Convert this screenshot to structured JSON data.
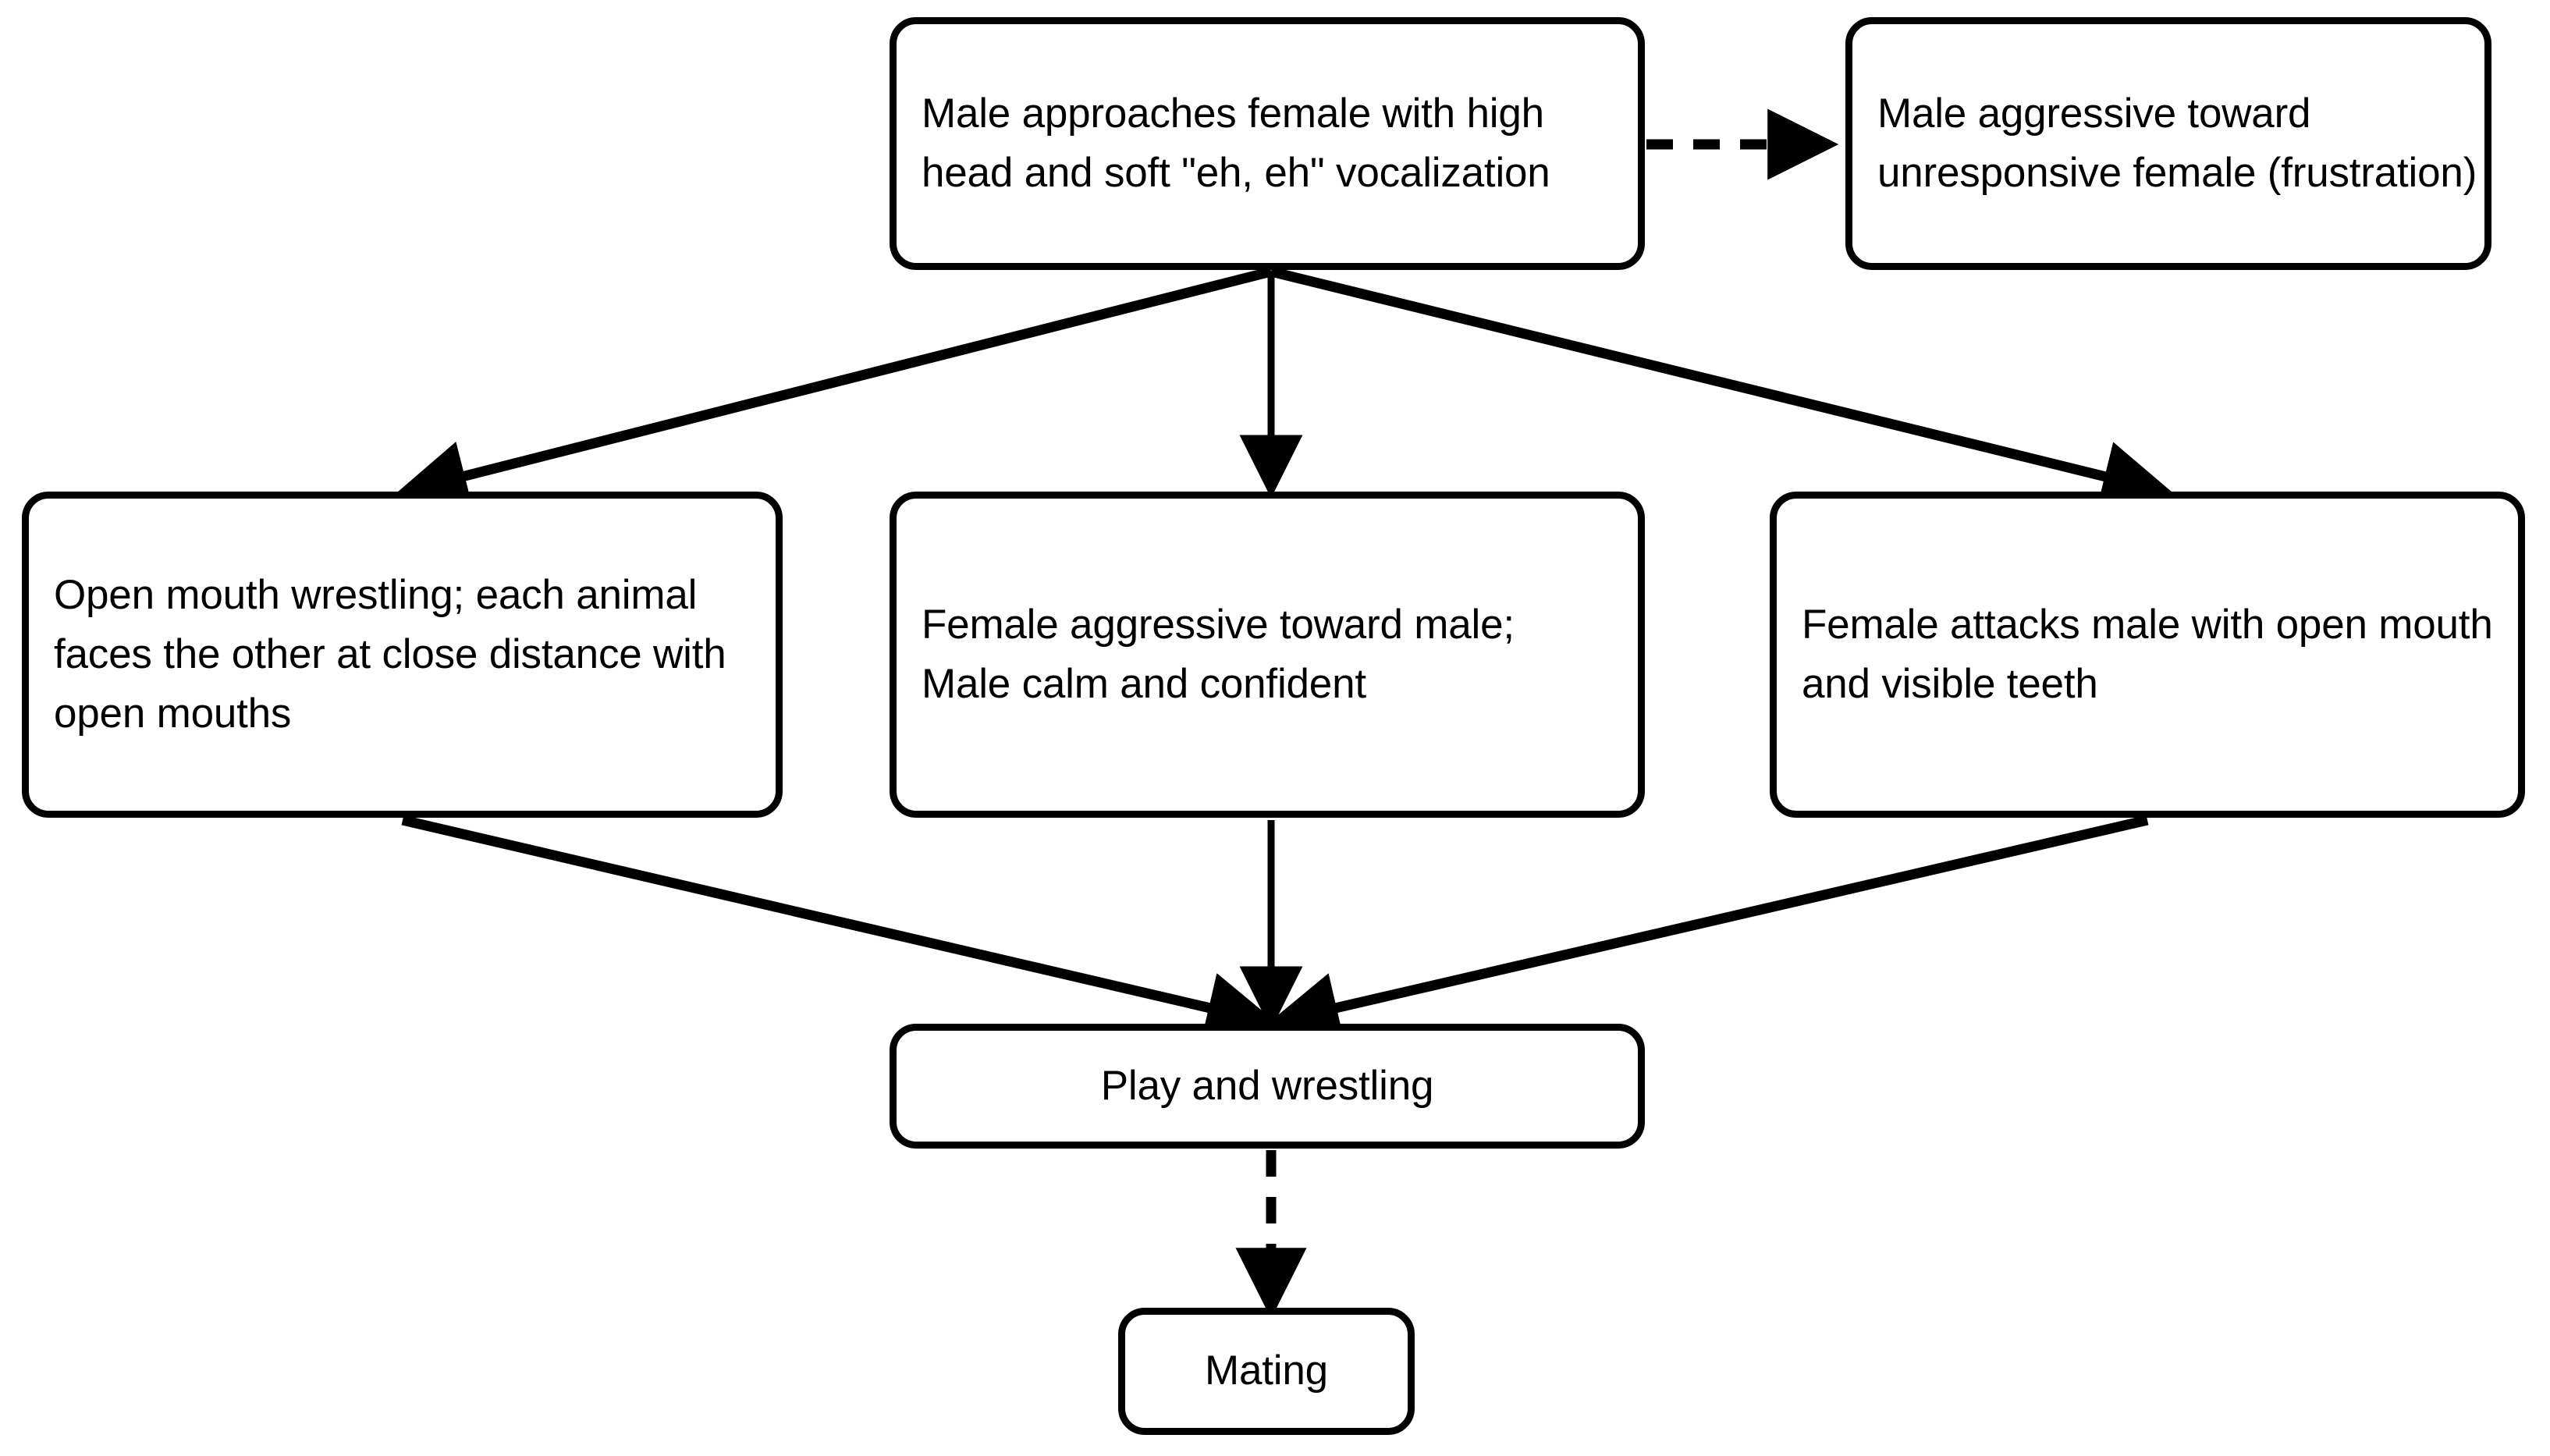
{
  "diagram": {
    "title": "Male-female interaction ethogram flowchart",
    "background_color": "#ffffff",
    "stroke_color": "#000000",
    "nodes": [
      {
        "id": "approach",
        "label": "Male approaches female with high head and soft \"eh, eh\" vocalization",
        "align": "left"
      },
      {
        "id": "male-aggressive",
        "label": "Male aggressive toward unresponsive female (frustration)",
        "align": "left"
      },
      {
        "id": "open-mouth-wrestling",
        "label": "Open mouth wrestling; each animal faces the other at close distance with open mouths",
        "align": "left"
      },
      {
        "id": "female-aggressive",
        "label": "Female aggressive toward male;\nMale calm and confident",
        "align": "left"
      },
      {
        "id": "female-attacks",
        "label": "Female attacks male with open mouth and visible teeth",
        "align": "left"
      },
      {
        "id": "play-and-wrestling",
        "label": "Play and wrestling",
        "align": "center"
      },
      {
        "id": "mating",
        "label": "Mating",
        "align": "center"
      }
    ],
    "edges": [
      {
        "id": "approach-to-male-aggressive",
        "from": "approach",
        "to": "male-aggressive",
        "style": "dashed",
        "arrow": true
      },
      {
        "id": "approach-to-open-mouth-wrestling",
        "from": "approach",
        "to": "open-mouth-wrestling",
        "style": "solid",
        "arrow": true
      },
      {
        "id": "approach-to-female-aggressive",
        "from": "approach",
        "to": "female-aggressive",
        "style": "solid",
        "arrow": true
      },
      {
        "id": "approach-to-female-attacks",
        "from": "approach",
        "to": "female-attacks",
        "style": "solid",
        "arrow": true
      },
      {
        "id": "open-mouth-wrestling-to-play",
        "from": "open-mouth-wrestling",
        "to": "play-and-wrestling",
        "style": "solid",
        "arrow": true
      },
      {
        "id": "female-aggressive-to-play",
        "from": "female-aggressive",
        "to": "play-and-wrestling",
        "style": "solid",
        "arrow": true
      },
      {
        "id": "female-attacks-to-play",
        "from": "female-attacks",
        "to": "play-and-wrestling",
        "style": "solid",
        "arrow": true
      },
      {
        "id": "play-to-mating",
        "from": "play-and-wrestling",
        "to": "mating",
        "style": "dashed",
        "arrow": true
      }
    ]
  }
}
